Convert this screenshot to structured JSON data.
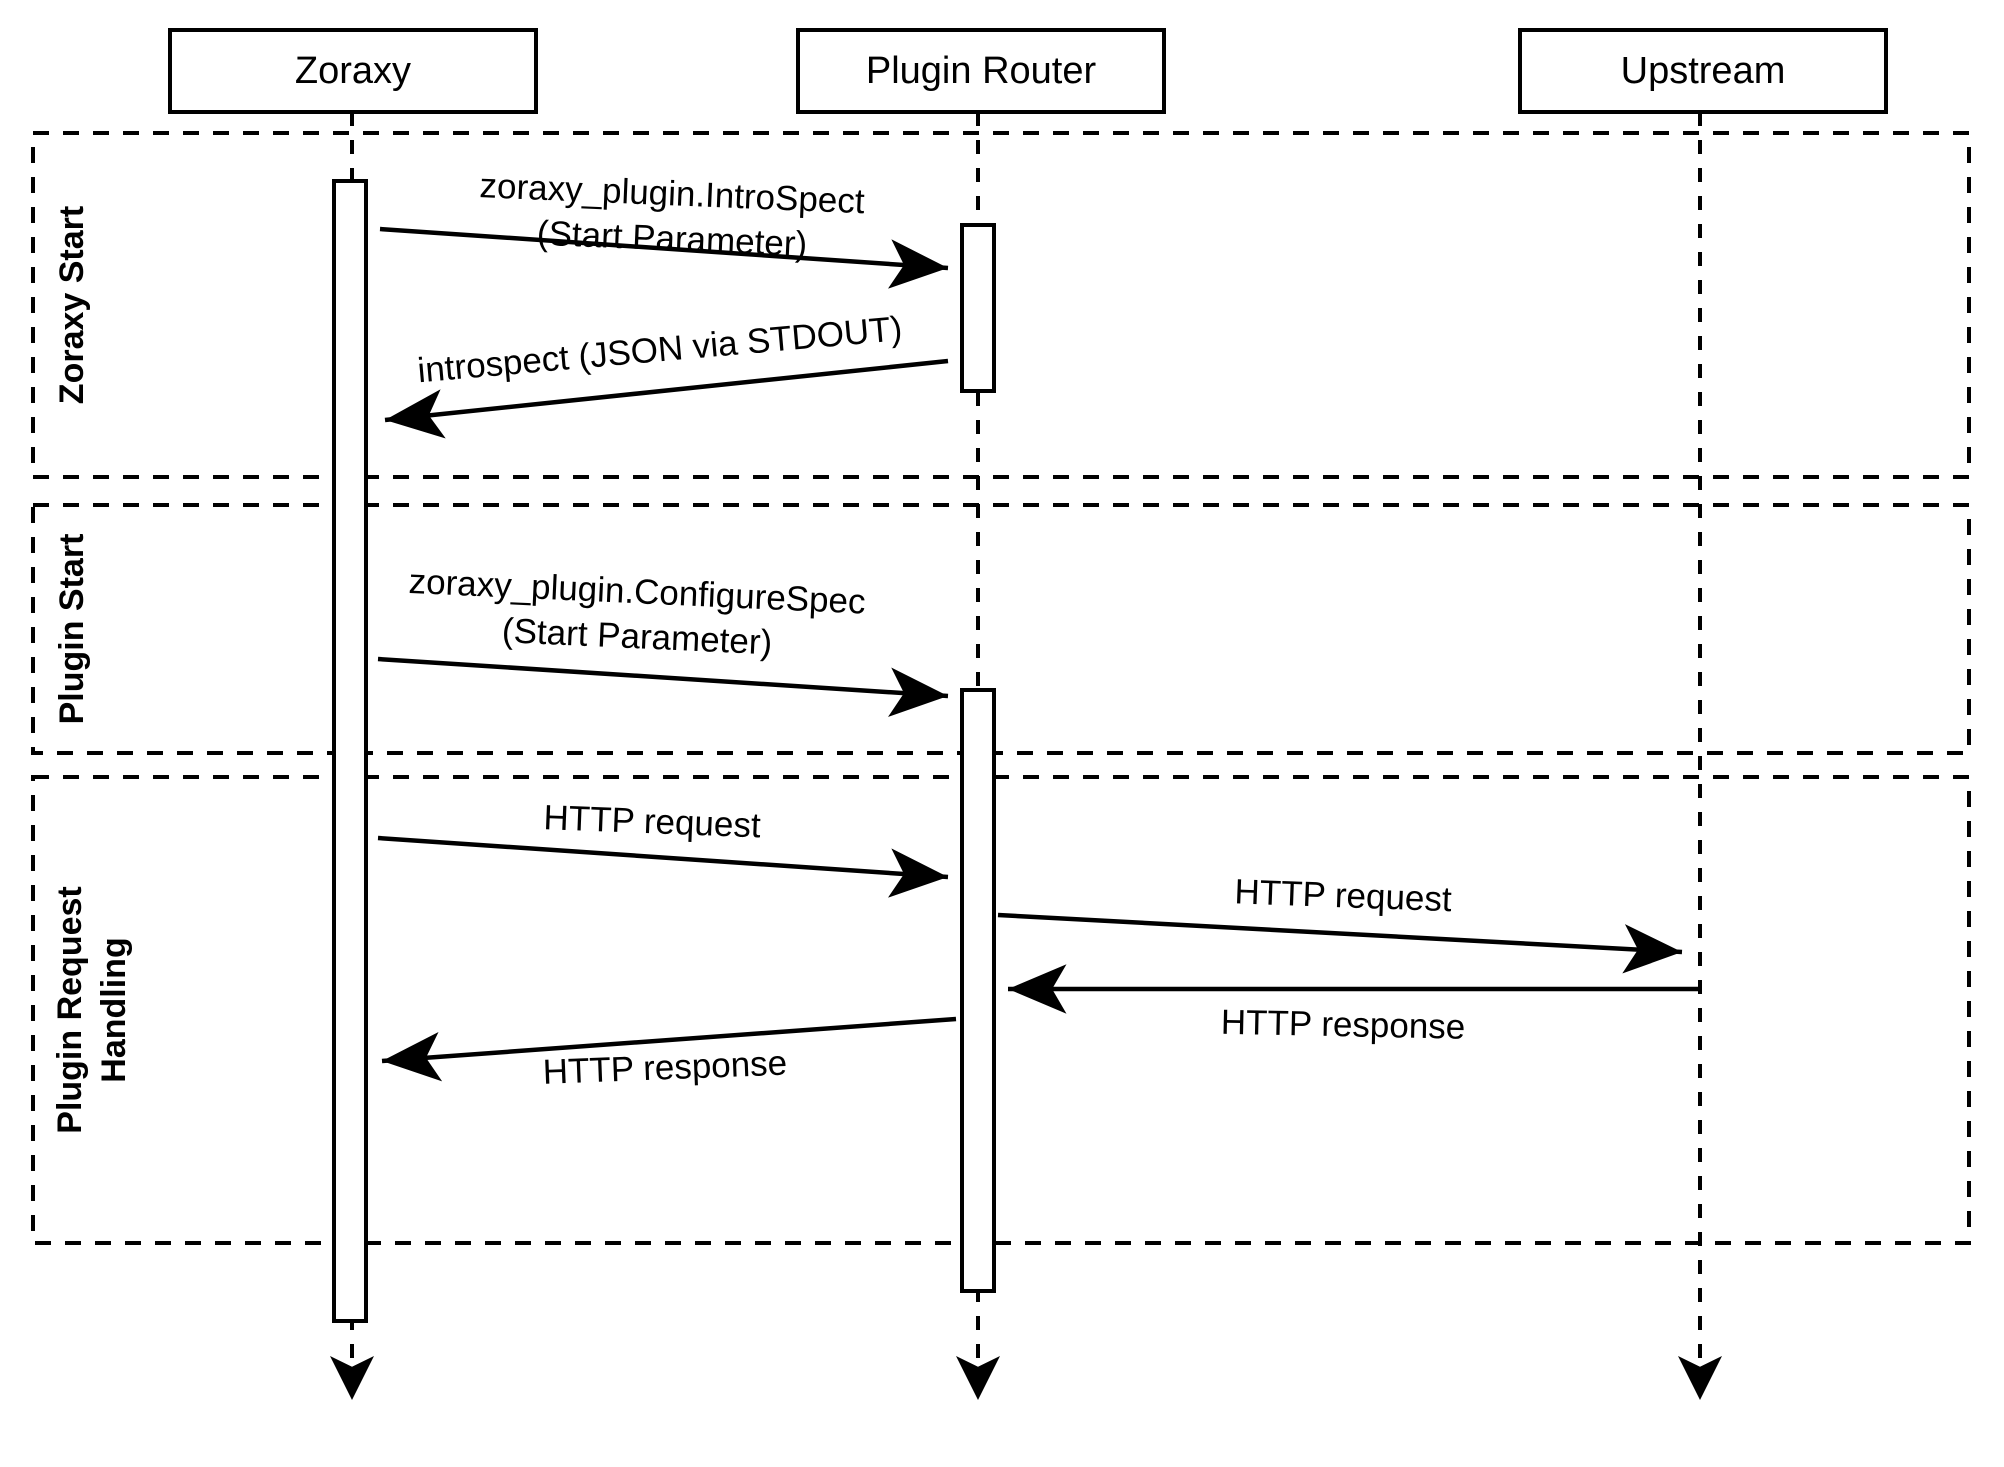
{
  "diagram": {
    "type": "uml-sequence-diagram",
    "title": "Zoraxy Plugin Lifecycle",
    "background_color": "#ffffff",
    "line_color": "#000000",
    "participants": [
      {
        "id": "zoraxy",
        "label": "Zoraxy"
      },
      {
        "id": "plugin_router",
        "label": "Plugin Router"
      },
      {
        "id": "upstream",
        "label": "Upstream"
      }
    ],
    "groups": [
      {
        "id": "zoraxy-start",
        "label": "Zoraxy Start",
        "label_lines": [
          "Zoraxy Start"
        ]
      },
      {
        "id": "plugin-start",
        "label": "Plugin Start",
        "label_lines": [
          "Plugin Start"
        ]
      },
      {
        "id": "plugin-request-handling",
        "label": "Plugin Request Handling",
        "label_lines": [
          "Plugin Request",
          "Handling"
        ]
      }
    ],
    "messages": [
      {
        "id": "m1",
        "from": "zoraxy",
        "to": "plugin_router",
        "direction": "right",
        "group": "zoraxy-start",
        "label_lines": [
          "zoraxy_plugin.IntroSpect",
          "(Start Parameter)"
        ]
      },
      {
        "id": "m2",
        "from": "plugin_router",
        "to": "zoraxy",
        "direction": "left",
        "group": "zoraxy-start",
        "label_lines": [
          "introspect (JSON via STDOUT)"
        ]
      },
      {
        "id": "m3",
        "from": "zoraxy",
        "to": "plugin_router",
        "direction": "right",
        "group": "plugin-start",
        "label_lines": [
          "zoraxy_plugin.ConfigureSpec",
          "(Start Parameter)"
        ]
      },
      {
        "id": "m4",
        "from": "zoraxy",
        "to": "plugin_router",
        "direction": "right",
        "group": "plugin-request-handling",
        "label_lines": [
          "HTTP request"
        ]
      },
      {
        "id": "m5",
        "from": "plugin_router",
        "to": "upstream",
        "direction": "right",
        "group": "plugin-request-handling",
        "label_lines": [
          "HTTP request"
        ]
      },
      {
        "id": "m6",
        "from": "upstream",
        "to": "plugin_router",
        "direction": "left",
        "group": "plugin-request-handling",
        "label_lines": [
          "HTTP response"
        ]
      },
      {
        "id": "m7",
        "from": "plugin_router",
        "to": "zoraxy",
        "direction": "left",
        "group": "plugin-request-handling",
        "label_lines": [
          "HTTP response"
        ]
      }
    ]
  }
}
